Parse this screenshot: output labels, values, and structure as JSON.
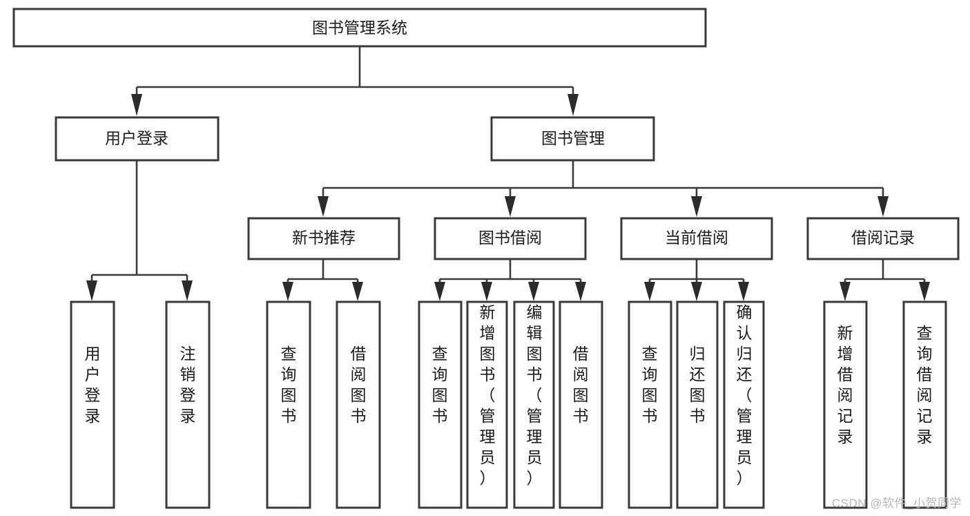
{
  "diagram": {
    "title": "图书管理系统",
    "type": "hierarchy-tree",
    "watermark": "CSDN @软件_小贺同学",
    "root": {
      "id": "root",
      "label": "图书管理系统",
      "orientation": "horizontal"
    },
    "level2": [
      {
        "id": "user-login",
        "label": "用户登录",
        "orientation": "horizontal"
      },
      {
        "id": "book-manage",
        "label": "图书管理",
        "orientation": "horizontal"
      }
    ],
    "level3": [
      {
        "id": "new-book-recommend",
        "label": "新书推荐",
        "orientation": "horizontal",
        "parent": "book-manage"
      },
      {
        "id": "book-borrow",
        "label": "图书借阅",
        "orientation": "horizontal",
        "parent": "book-manage"
      },
      {
        "id": "current-borrow",
        "label": "当前借阅",
        "orientation": "horizontal",
        "parent": "book-manage"
      },
      {
        "id": "borrow-record",
        "label": "借阅记录",
        "orientation": "horizontal",
        "parent": "book-manage"
      }
    ],
    "leaves": [
      {
        "id": "leaf-user-login",
        "label": "用户登录",
        "orientation": "vertical",
        "parent": "user-login"
      },
      {
        "id": "leaf-user-logout",
        "label": "注销登录",
        "orientation": "vertical",
        "parent": "user-login"
      },
      {
        "id": "leaf-query-book-1",
        "label": "查询图书",
        "orientation": "vertical",
        "parent": "new-book-recommend"
      },
      {
        "id": "leaf-borrow-book-1",
        "label": "借阅图书",
        "orientation": "vertical",
        "parent": "new-book-recommend"
      },
      {
        "id": "leaf-query-book-2",
        "label": "查询图书",
        "orientation": "vertical",
        "parent": "book-borrow"
      },
      {
        "id": "leaf-add-book",
        "label": "新增图书（管理员）",
        "orientation": "vertical",
        "parent": "book-borrow"
      },
      {
        "id": "leaf-edit-book",
        "label": "编辑图书（管理员）",
        "orientation": "vertical",
        "parent": "book-borrow"
      },
      {
        "id": "leaf-borrow-book-2",
        "label": "借阅图书",
        "orientation": "vertical",
        "parent": "book-borrow"
      },
      {
        "id": "leaf-query-book-3",
        "label": "查询图书",
        "orientation": "vertical",
        "parent": "current-borrow"
      },
      {
        "id": "leaf-return-book",
        "label": "归还图书",
        "orientation": "vertical",
        "parent": "current-borrow"
      },
      {
        "id": "leaf-confirm-return",
        "label": "确认归还（管理员）",
        "orientation": "vertical",
        "parent": "current-borrow"
      },
      {
        "id": "leaf-add-record",
        "label": "新增借阅记录",
        "orientation": "vertical",
        "parent": "borrow-record"
      },
      {
        "id": "leaf-query-record",
        "label": "查询借阅记录",
        "orientation": "vertical",
        "parent": "borrow-record"
      }
    ],
    "colors": {
      "box_stroke": "#3a3a3a",
      "box_fill": "#ffffff",
      "connector": "#3a3a3a",
      "text": "#1b1b1b",
      "watermark": "#b8b8b8",
      "background": "#ffffff"
    }
  }
}
